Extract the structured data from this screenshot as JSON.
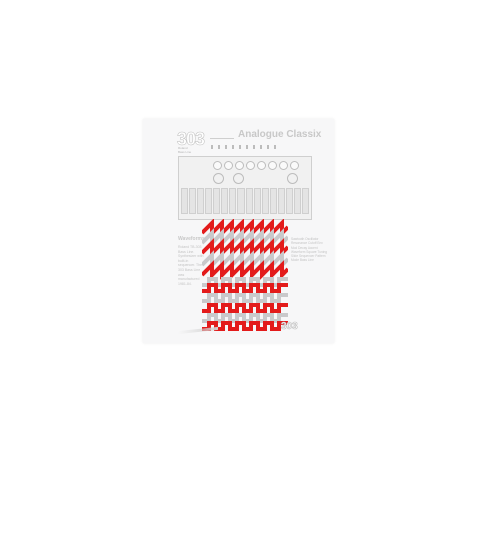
{
  "poster": {
    "brand_number": "303",
    "title": "Analogue Classix",
    "subtitle": "Roland\nBass Line",
    "section_title": "Waveforms",
    "left_text": "Roland TB-303 Bass Line. Synthesizer with built-in sequencer. The 303 Bass Line was manufactured 1981-84.",
    "right_text": "Sawtooth Oscillator Resonance Cutoff Env Mod Decay Accent Waveform Square Tuning Slide Sequencer Pattern Mode Bass Line",
    "logo_text": "303",
    "colors": {
      "accent": "#e31b1b",
      "grey": "#c9c9cb",
      "background": "#f7f7f8"
    }
  }
}
